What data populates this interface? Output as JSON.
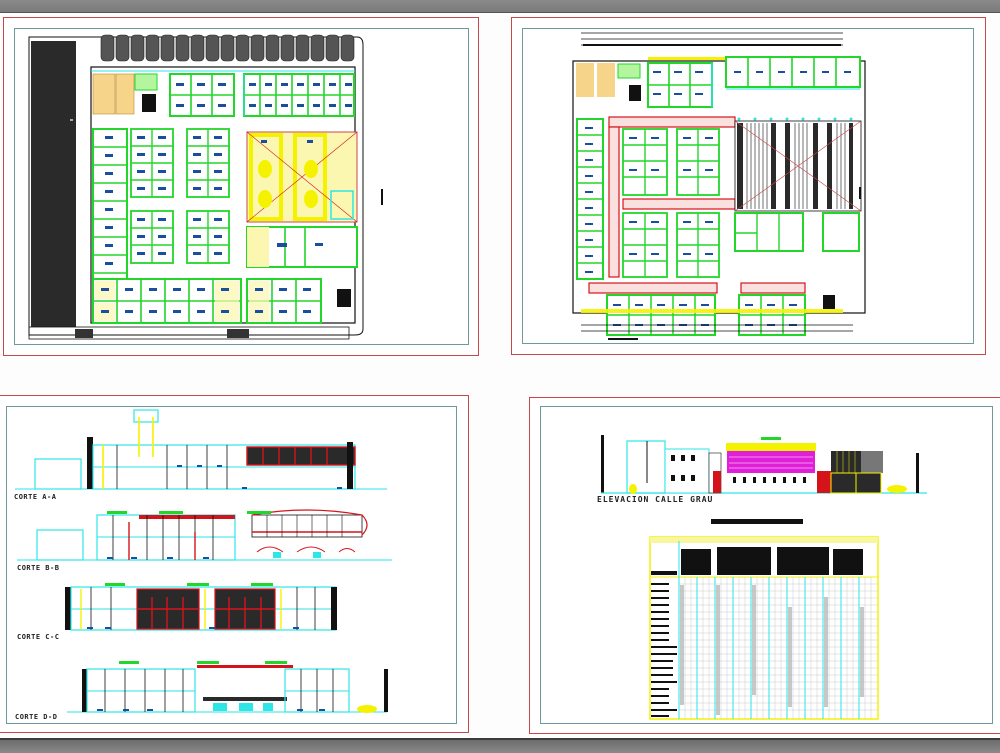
{
  "viewer": {
    "background": "#fdfdfd",
    "chrome_color": "#7f7f7f"
  },
  "colors": {
    "sheet_border": "#c8474a",
    "frame_border": "#6f9a9a",
    "wall_green": "#22d62a",
    "cyan": "#2ee6e6",
    "yellow": "#f5f200",
    "red": "#d4141a",
    "blue_furniture": "#1a4fa0",
    "magenta": "#e020d8",
    "dark_fill": "#2a2a2a"
  },
  "sheets": [
    {
      "id": "sheet-1",
      "type": "floor-plan",
      "description": "First floor plan with parking row, classrooms grid and central patio"
    },
    {
      "id": "sheet-2",
      "type": "floor-plan",
      "description": "Second floor plan with classrooms, corridors and roof structure"
    },
    {
      "id": "sheet-3",
      "type": "sections",
      "sections": [
        {
          "label": "CORTE A-A"
        },
        {
          "label": "CORTE B-B"
        },
        {
          "label": "CORTE C-C"
        },
        {
          "label": "CORTE D-D"
        }
      ]
    },
    {
      "id": "sheet-4",
      "type": "elevation-and-schedule",
      "elevation_label": "ELEVACION CALLE  GRAU",
      "schedule_title": "CUADRO DE ACABADOS",
      "schedule_rows": 25,
      "schedule_columns": 30
    }
  ]
}
